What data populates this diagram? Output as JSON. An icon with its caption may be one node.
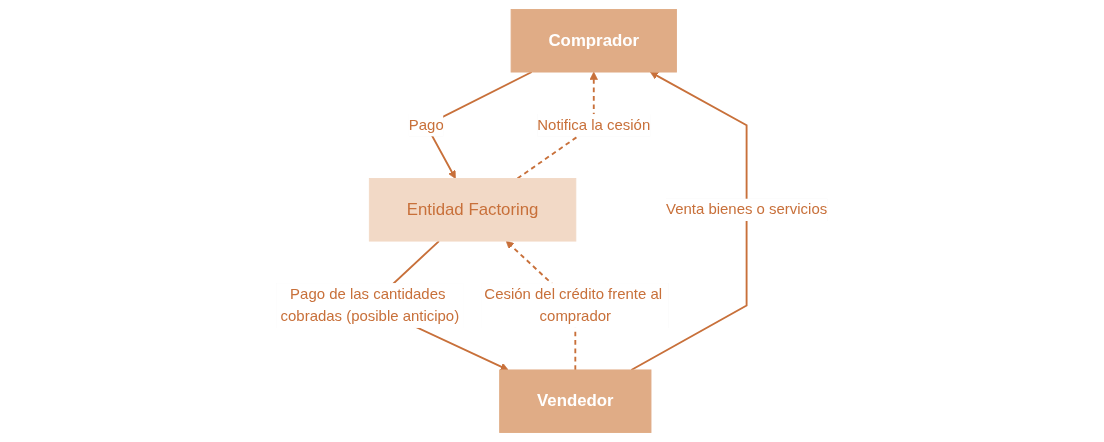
{
  "diagram": {
    "nodes": [
      {
        "text": [
          "Comprador"
        ]
      },
      {
        "text": [
          "Vendedor"
        ]
      },
      {
        "text": [
          "Entidad Factoring"
        ]
      }
    ],
    "edges": [
      {
        "from": 1,
        "to": 0,
        "arrow": "to",
        "label": "Venta bienes o servicios"
      },
      {
        "from": 0,
        "to": 2,
        "arrow": "to",
        "label": "Pago"
      },
      {
        "from": 2,
        "to": 0,
        "arrow": "to",
        "style": "dashed",
        "label": "Notifica la cesión"
      },
      {
        "from": 1,
        "to": 2,
        "arrow": "to",
        "style": "dashed",
        "label": "Cesión del crédito frente al comprador"
      },
      {
        "from": 2,
        "to": 1,
        "arrow": "to",
        "label": "Pago de las cantidades cobradas (posible anticipo)"
      }
    ]
  }
}
